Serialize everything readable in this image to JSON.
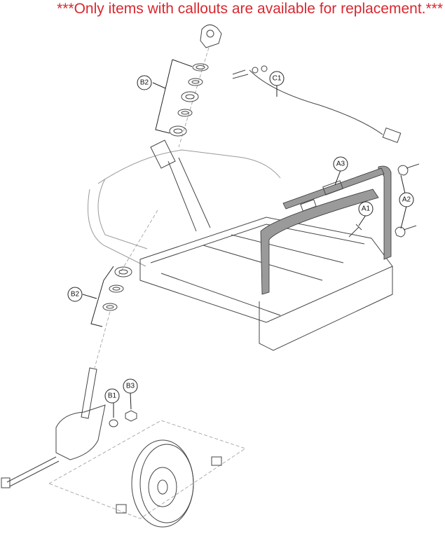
{
  "notice": {
    "text": "***Only items with callouts are available for replacement.***",
    "color": "#d7282f"
  },
  "callouts": {
    "b2_upper": "B2",
    "b2_lower": "B2",
    "c1": "C1",
    "a3": "A3",
    "a1": "A1",
    "a2": "A2",
    "b1": "B1",
    "b3": "B3"
  }
}
